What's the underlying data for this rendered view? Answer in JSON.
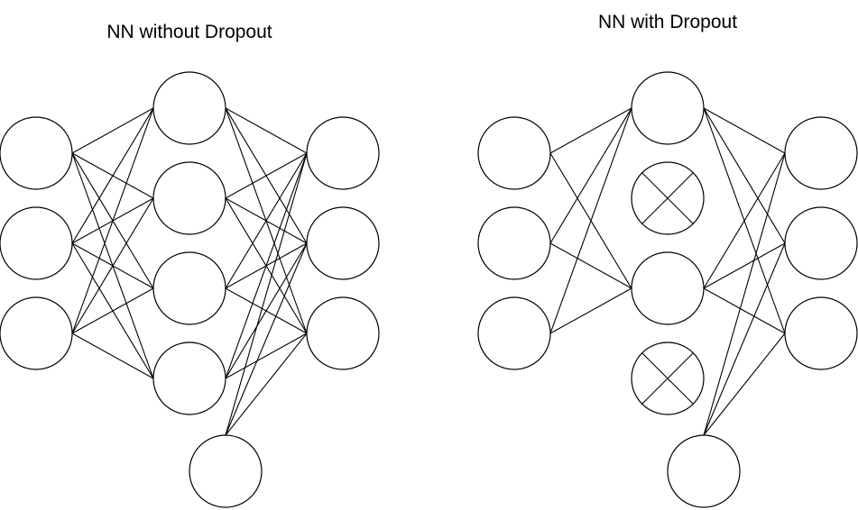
{
  "diagrams": [
    {
      "title": "NN without Dropout",
      "layers": {
        "input": 3,
        "hidden": 4,
        "output": 3,
        "bias": 1
      },
      "dropped_hidden": []
    },
    {
      "title": "NN with Dropout",
      "layers": {
        "input": 3,
        "hidden": 4,
        "output": 3,
        "bias": 1
      },
      "dropped_hidden": [
        1,
        3
      ]
    }
  ],
  "colors": {
    "stroke": "#000000",
    "fill": "#ffffff",
    "background": "#ffffff"
  }
}
